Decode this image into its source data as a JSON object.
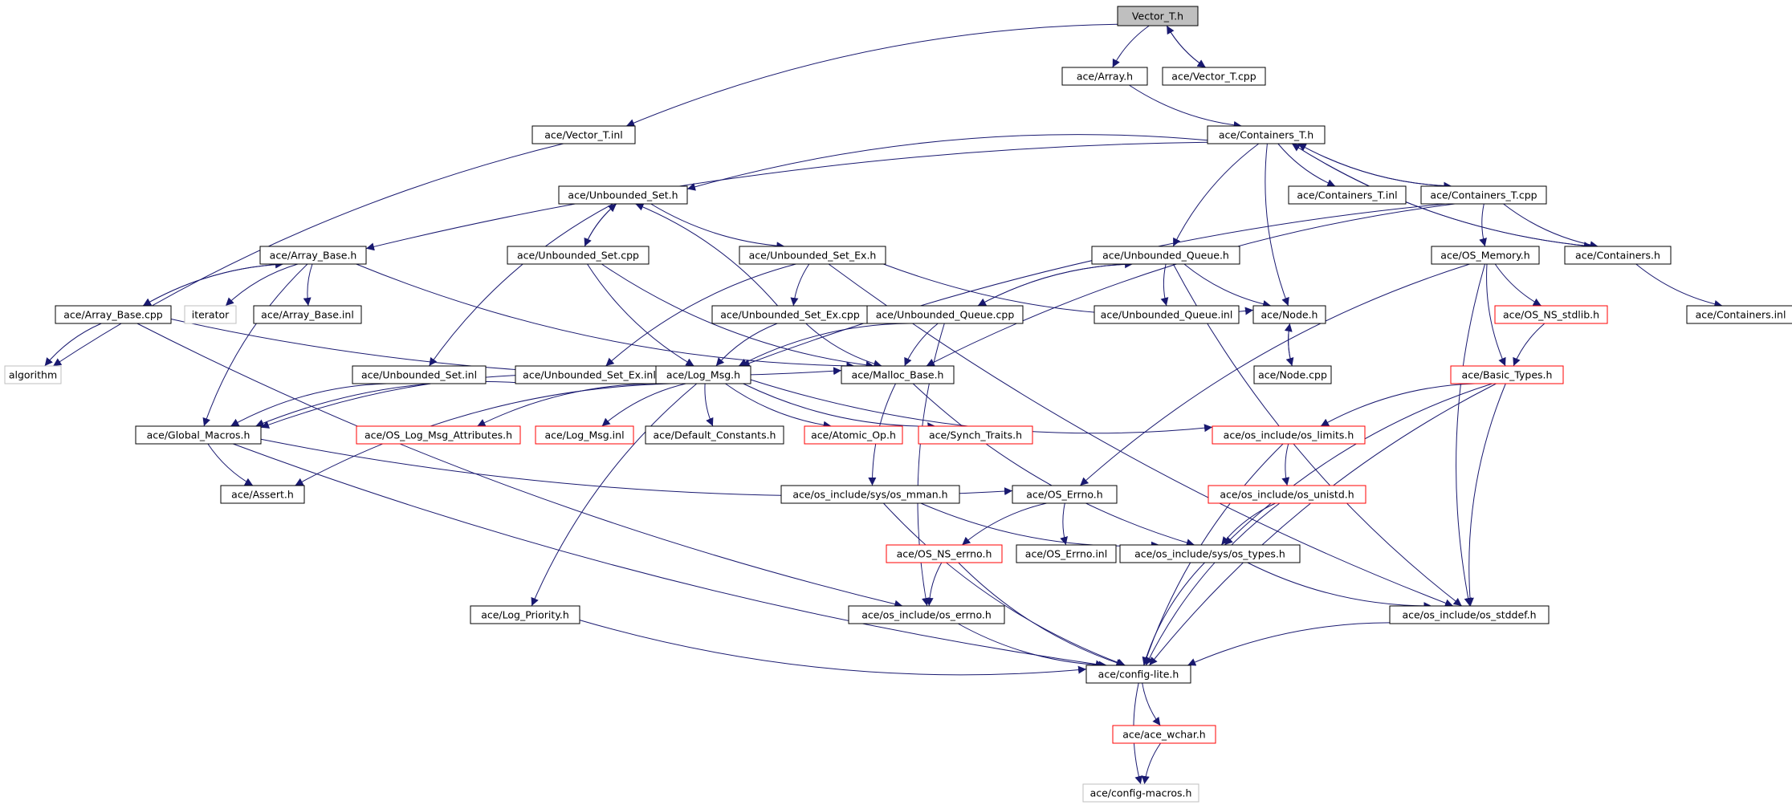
{
  "colors": {
    "edge": "#191970",
    "normal_border": "#000000",
    "truncated_border": "#ff0000",
    "external_border": "#bfbfbf",
    "root_fill": "#bfbfbf",
    "text": "#000000"
  },
  "nodes": [
    {
      "id": "vector_t_h",
      "label": "Vector_T.h",
      "kind": "root"
    },
    {
      "id": "array_h",
      "label": "ace/Array.h",
      "kind": "normal"
    },
    {
      "id": "vector_t_cpp",
      "label": "ace/Vector_T.cpp",
      "kind": "normal"
    },
    {
      "id": "vector_t_inl",
      "label": "ace/Vector_T.inl",
      "kind": "normal"
    },
    {
      "id": "containers_t_h",
      "label": "ace/Containers_T.h",
      "kind": "normal"
    },
    {
      "id": "unbounded_set_h",
      "label": "ace/Unbounded_Set.h",
      "kind": "normal"
    },
    {
      "id": "containers_t_inl",
      "label": "ace/Containers_T.inl",
      "kind": "normal"
    },
    {
      "id": "containers_t_cpp",
      "label": "ace/Containers_T.cpp",
      "kind": "normal"
    },
    {
      "id": "array_base_h",
      "label": "ace/Array_Base.h",
      "kind": "normal"
    },
    {
      "id": "unbounded_set_cpp",
      "label": "ace/Unbounded_Set.cpp",
      "kind": "normal"
    },
    {
      "id": "unbounded_set_ex_h",
      "label": "ace/Unbounded_Set_Ex.h",
      "kind": "normal"
    },
    {
      "id": "unbounded_queue_h",
      "label": "ace/Unbounded_Queue.h",
      "kind": "normal"
    },
    {
      "id": "os_memory_h",
      "label": "ace/OS_Memory.h",
      "kind": "normal"
    },
    {
      "id": "containers_h",
      "label": "ace/Containers.h",
      "kind": "normal"
    },
    {
      "id": "array_base_cpp",
      "label": "ace/Array_Base.cpp",
      "kind": "normal"
    },
    {
      "id": "iterator",
      "label": "iterator",
      "kind": "external"
    },
    {
      "id": "array_base_inl",
      "label": "ace/Array_Base.inl",
      "kind": "normal"
    },
    {
      "id": "unbounded_set_ex_cpp",
      "label": "ace/Unbounded_Set_Ex.cpp",
      "kind": "normal"
    },
    {
      "id": "unbounded_queue_cpp",
      "label": "ace/Unbounded_Queue.cpp",
      "kind": "normal"
    },
    {
      "id": "unbounded_queue_inl",
      "label": "ace/Unbounded_Queue.inl",
      "kind": "normal"
    },
    {
      "id": "node_h",
      "label": "ace/Node.h",
      "kind": "normal"
    },
    {
      "id": "os_ns_stdlib_h",
      "label": "ace/OS_NS_stdlib.h",
      "kind": "truncated"
    },
    {
      "id": "containers_inl",
      "label": "ace/Containers.inl",
      "kind": "normal"
    },
    {
      "id": "algorithm",
      "label": "algorithm",
      "kind": "external"
    },
    {
      "id": "unbounded_set_inl",
      "label": "ace/Unbounded_Set.inl",
      "kind": "normal"
    },
    {
      "id": "unbounded_set_ex_inl",
      "label": "ace/Unbounded_Set_Ex.inl",
      "kind": "normal"
    },
    {
      "id": "log_msg_h",
      "label": "ace/Log_Msg.h",
      "kind": "normal"
    },
    {
      "id": "malloc_base_h",
      "label": "ace/Malloc_Base.h",
      "kind": "normal"
    },
    {
      "id": "node_cpp",
      "label": "ace/Node.cpp",
      "kind": "normal"
    },
    {
      "id": "basic_types_h",
      "label": "ace/Basic_Types.h",
      "kind": "truncated"
    },
    {
      "id": "global_macros_h",
      "label": "ace/Global_Macros.h",
      "kind": "normal"
    },
    {
      "id": "os_log_msg_attributes_h",
      "label": "ace/OS_Log_Msg_Attributes.h",
      "kind": "truncated"
    },
    {
      "id": "log_msg_inl",
      "label": "ace/Log_Msg.inl",
      "kind": "truncated"
    },
    {
      "id": "default_constants_h",
      "label": "ace/Default_Constants.h",
      "kind": "normal"
    },
    {
      "id": "atomic_op_h",
      "label": "ace/Atomic_Op.h",
      "kind": "truncated"
    },
    {
      "id": "synch_traits_h",
      "label": "ace/Synch_Traits.h",
      "kind": "truncated"
    },
    {
      "id": "os_limits_h",
      "label": "ace/os_include/os_limits.h",
      "kind": "truncated"
    },
    {
      "id": "assert_h",
      "label": "ace/Assert.h",
      "kind": "normal"
    },
    {
      "id": "os_mman_h",
      "label": "ace/os_include/sys/os_mman.h",
      "kind": "normal"
    },
    {
      "id": "os_errno_h",
      "label": "ace/OS_Errno.h",
      "kind": "normal"
    },
    {
      "id": "os_unistd_h",
      "label": "ace/os_include/os_unistd.h",
      "kind": "truncated"
    },
    {
      "id": "os_ns_errno_h",
      "label": "ace/OS_NS_errno.h",
      "kind": "truncated"
    },
    {
      "id": "os_errno_inl",
      "label": "ace/OS_Errno.inl",
      "kind": "normal"
    },
    {
      "id": "os_types_h",
      "label": "ace/os_include/sys/os_types.h",
      "kind": "normal"
    },
    {
      "id": "log_priority_h",
      "label": "ace/Log_Priority.h",
      "kind": "normal"
    },
    {
      "id": "os_include_os_errno_h",
      "label": "ace/os_include/os_errno.h",
      "kind": "normal"
    },
    {
      "id": "os_stddef_h",
      "label": "ace/os_include/os_stddef.h",
      "kind": "normal"
    },
    {
      "id": "config_lite_h",
      "label": "ace/config-lite.h",
      "kind": "normal"
    },
    {
      "id": "ace_wchar_h",
      "label": "ace/ace_wchar.h",
      "kind": "truncated"
    },
    {
      "id": "config_macros_h",
      "label": "ace/config-macros.h",
      "kind": "external"
    }
  ],
  "edges": [
    [
      "vector_t_h",
      "array_h"
    ],
    [
      "vector_t_h",
      "vector_t_cpp"
    ],
    [
      "vector_t_h",
      "vector_t_inl"
    ],
    [
      "vector_t_cpp",
      "vector_t_h"
    ],
    [
      "array_h",
      "containers_t_h"
    ],
    [
      "vector_t_inl",
      "algorithm"
    ],
    [
      "containers_t_h",
      "unbounded_set_h"
    ],
    [
      "containers_t_h",
      "array_base_h"
    ],
    [
      "containers_t_h",
      "containers_t_inl"
    ],
    [
      "containers_t_h",
      "containers_t_cpp"
    ],
    [
      "containers_t_h",
      "unbounded_queue_h"
    ],
    [
      "containers_t_h",
      "node_h"
    ],
    [
      "containers_t_h",
      "containers_h"
    ],
    [
      "containers_t_cpp",
      "containers_t_h"
    ],
    [
      "containers_t_cpp",
      "os_memory_h"
    ],
    [
      "containers_t_cpp",
      "containers_h"
    ],
    [
      "containers_t_cpp",
      "log_msg_h"
    ],
    [
      "containers_t_cpp",
      "malloc_base_h"
    ],
    [
      "containers_h",
      "containers_t_h"
    ],
    [
      "containers_h",
      "containers_inl"
    ],
    [
      "unbounded_set_h",
      "unbounded_set_cpp"
    ],
    [
      "unbounded_set_h",
      "unbounded_set_ex_h"
    ],
    [
      "unbounded_set_h",
      "unbounded_set_inl"
    ],
    [
      "unbounded_set_cpp",
      "unbounded_set_h"
    ],
    [
      "unbounded_set_cpp",
      "log_msg_h"
    ],
    [
      "unbounded_set_cpp",
      "malloc_base_h"
    ],
    [
      "unbounded_set_ex_h",
      "unbounded_set_ex_cpp"
    ],
    [
      "unbounded_set_ex_h",
      "unbounded_set_ex_inl"
    ],
    [
      "unbounded_set_ex_h",
      "node_h"
    ],
    [
      "unbounded_set_ex_h",
      "os_stddef_h"
    ],
    [
      "unbounded_set_ex_cpp",
      "unbounded_set_h"
    ],
    [
      "unbounded_set_ex_cpp",
      "log_msg_h"
    ],
    [
      "unbounded_set_ex_cpp",
      "malloc_base_h"
    ],
    [
      "array_base_h",
      "array_base_cpp"
    ],
    [
      "array_base_h",
      "iterator"
    ],
    [
      "array_base_h",
      "array_base_inl"
    ],
    [
      "array_base_h",
      "global_macros_h"
    ],
    [
      "array_base_h",
      "malloc_base_h"
    ],
    [
      "array_base_cpp",
      "array_base_h"
    ],
    [
      "array_base_cpp",
      "algorithm"
    ],
    [
      "array_base_cpp",
      "malloc_base_h"
    ],
    [
      "array_base_cpp",
      "os_include_os_errno_h"
    ],
    [
      "unbounded_queue_h",
      "unbounded_queue_cpp"
    ],
    [
      "unbounded_queue_h",
      "unbounded_queue_inl"
    ],
    [
      "unbounded_queue_h",
      "node_h"
    ],
    [
      "unbounded_queue_h",
      "os_stddef_h"
    ],
    [
      "unbounded_queue_cpp",
      "unbounded_queue_h"
    ],
    [
      "unbounded_queue_cpp",
      "log_msg_h"
    ],
    [
      "unbounded_queue_cpp",
      "malloc_base_h"
    ],
    [
      "unbounded_queue_cpp",
      "os_include_os_errno_h"
    ],
    [
      "node_h",
      "node_cpp"
    ],
    [
      "node_cpp",
      "node_h"
    ],
    [
      "os_memory_h",
      "os_ns_stdlib_h"
    ],
    [
      "os_memory_h",
      "basic_types_h"
    ],
    [
      "os_memory_h",
      "os_errno_h"
    ],
    [
      "os_memory_h",
      "os_stddef_h"
    ],
    [
      "os_ns_stdlib_h",
      "basic_types_h"
    ],
    [
      "unbounded_set_inl",
      "global_macros_h"
    ],
    [
      "unbounded_set_ex_inl",
      "global_macros_h"
    ],
    [
      "log_msg_h",
      "global_macros_h"
    ],
    [
      "log_msg_h",
      "os_log_msg_attributes_h"
    ],
    [
      "log_msg_h",
      "log_msg_inl"
    ],
    [
      "log_msg_h",
      "default_constants_h"
    ],
    [
      "log_msg_h",
      "atomic_op_h"
    ],
    [
      "log_msg_h",
      "synch_traits_h"
    ],
    [
      "log_msg_h",
      "os_limits_h"
    ],
    [
      "log_msg_h",
      "assert_h"
    ],
    [
      "log_msg_h",
      "log_priority_h"
    ],
    [
      "malloc_base_h",
      "os_mman_h"
    ],
    [
      "malloc_base_h",
      "os_types_h"
    ],
    [
      "basic_types_h",
      "os_limits_h"
    ],
    [
      "basic_types_h",
      "os_types_h"
    ],
    [
      "basic_types_h",
      "os_stddef_h"
    ],
    [
      "basic_types_h",
      "config_lite_h"
    ],
    [
      "global_macros_h",
      "assert_h"
    ],
    [
      "global_macros_h",
      "os_errno_h"
    ],
    [
      "global_macros_h",
      "config_lite_h"
    ],
    [
      "os_limits_h",
      "os_unistd_h"
    ],
    [
      "os_limits_h",
      "config_lite_h"
    ],
    [
      "os_mman_h",
      "os_types_h"
    ],
    [
      "os_mman_h",
      "config_lite_h"
    ],
    [
      "os_errno_h",
      "os_ns_errno_h"
    ],
    [
      "os_errno_h",
      "os_errno_inl"
    ],
    [
      "os_unistd_h",
      "os_types_h"
    ],
    [
      "os_unistd_h",
      "config_lite_h"
    ],
    [
      "os_ns_errno_h",
      "os_include_os_errno_h"
    ],
    [
      "os_ns_errno_h",
      "config_lite_h"
    ],
    [
      "os_types_h",
      "os_stddef_h"
    ],
    [
      "os_types_h",
      "config_lite_h"
    ],
    [
      "log_priority_h",
      "config_lite_h"
    ],
    [
      "os_include_os_errno_h",
      "config_lite_h"
    ],
    [
      "os_stddef_h",
      "config_lite_h"
    ],
    [
      "config_lite_h",
      "ace_wchar_h"
    ],
    [
      "config_lite_h",
      "config_macros_h"
    ],
    [
      "ace_wchar_h",
      "config_macros_h"
    ]
  ]
}
